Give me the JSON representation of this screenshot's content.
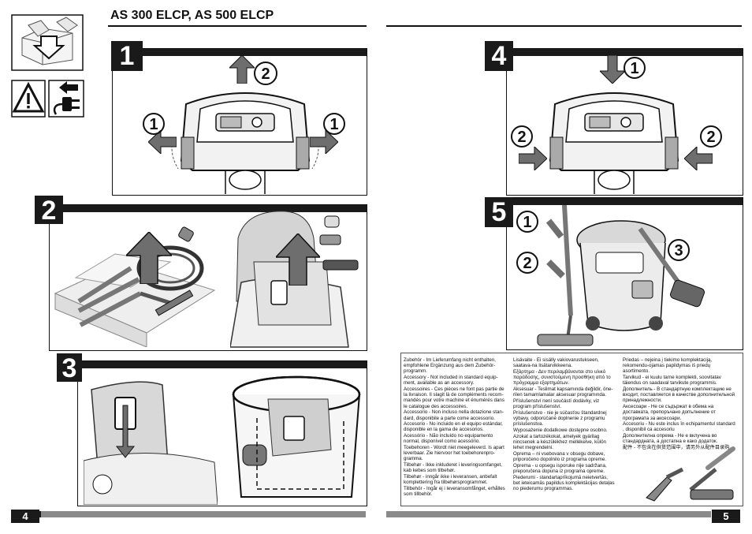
{
  "header": {
    "title": "AS 300 ELCP, AS 500 ELCP"
  },
  "steps": [
    {
      "number": "1"
    },
    {
      "number": "2"
    },
    {
      "number": "3"
    },
    {
      "number": "4"
    },
    {
      "number": "5"
    }
  ],
  "callouts": {
    "step1": [
      "2",
      "1",
      "1"
    ],
    "step4": [
      "1",
      "2",
      "2"
    ],
    "step5": [
      "1",
      "2",
      "3"
    ]
  },
  "footer": {
    "left_page": "4",
    "right_page": "5"
  },
  "accessories": {
    "col1": [
      "Zubehör - Im Lieferumfang nicht enthalten, empfohlene Ergänzung aus dem Zubehör-programm.",
      "Accessory - Not included in standard equip-ment, available as an accessory.",
      "Accessoires - Ces pièces ne font pas partie de la livraison. Il slagit là de compléments recom-mandés pour votre machine et énumérés dans le catalogue des accessoires.",
      "Accessorio - Non incluso nella dotazione stan-dard, disponibile a parte come accessorio.",
      "Accesorio - No incluido en el equipo estándar, disponible en la gama de accesorios.",
      "Acessório - Não incluído no equipamento normal, disponível como acessório.",
      "Toebehoren - Wordt niet meegeleverd. Is apart leverbaar. Zie hiervoor het toebehorenpro-gramma.",
      "Tilbehør - Ikke inkluderet i leveringsomfanget, kab kebes som tilbehør.",
      "Tilbehør - inngår ikke i leveransen, anbefalt komplettering fra tilbehørsprogrammet.",
      "Tillbehör - Ingår ej i leveransomfånget, erhålles som tillbehör."
    ],
    "col2": [
      "Lisävaite - Ei sisälly vakiovarustukseen, saatava-na lisätarvikkeena.",
      "Εξάρτημα - Δεν περιλαμβάνονται στο υλικό παράδοσης, συνιστούμενη προσθήκη από το πρόγραμμα εξαρτημάτων.",
      "Aksesuar - Teslimat kapsamında değildir, öne-rilen tamamlamalar aksesuar programında.",
      "Příslušenství není součástí dodávky, viz program příslušenství.",
      "Príslušenstvo - nie je súčasťou štandardnej výbavy, odporúčané doplnenie z programu príslušenstva.",
      "Wyposażenie dodatkowe dostępne osobno.",
      "Azokat a tartozékokat, amelyek gyárilag nincsenek a készülékhez mellékelve, külön lehet megrendelni.",
      "Oprema – ni vsebovana v obsegu dobave, priporočeno dopolnilo iz programa opreme.",
      "Oprema - u opsegu isporuke nije sadržana, preporučena dopuna iz programa opreme.",
      "Piederumi - standartaprīkojumā neietvertās, bet ieteicamās papildus komplektācijas detaļas no piederumu programmas."
    ],
    "col3": [
      "Priedas – nejeina į tiekimo komplektaciją, rekomendu-ojamas papildymas iš priedų asortimento.",
      "Tarvikud - ei kuulu tarne komplekti, soovitatav täiendus on saadaval tarvikute programmis.",
      "Дополнитель - В стандартную комплектацию не входит, поставляется в качестве дополнительной принадлежности.",
      "Аксесоари - Не се съдържат в обема на доставката, препоръчано допълнение от програмата за аксесоари.",
      "Accesoriu - Nu este inclus în echipamentul standard , disponibil ca accesoriu",
      "Дополнителна опрема - Не е вклучена во стандардната, а достапна е како додаток.",
      "配件 - 不包含在供货范围中，请另外从配件目录购。"
    ]
  },
  "colors": {
    "dark": "#1a1a1a",
    "grey_footer": "#8a8a8a",
    "arrow_grey": "#6e6e6e"
  }
}
